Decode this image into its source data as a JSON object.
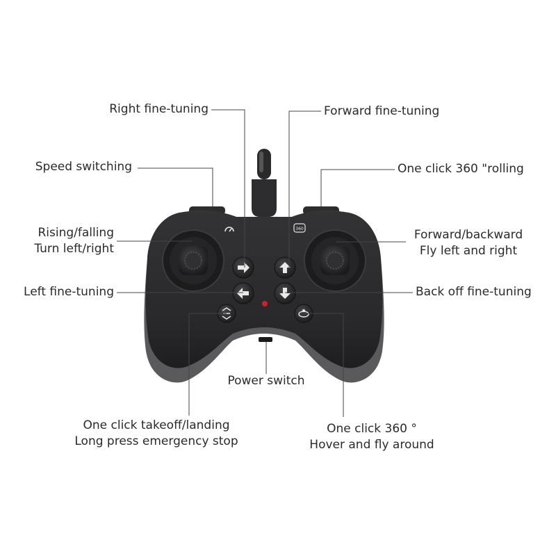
{
  "labels": {
    "right_fine_tuning": "Right fine-tuning",
    "forward_fine_tuning": "Forward fine-tuning",
    "speed_switching": "Speed switching",
    "one_click_360_rolling": "One click 360 \"rolling",
    "rising_falling": "Rising/falling",
    "turn_left_right": "Turn left/right",
    "forward_backward": "Forward/backward",
    "fly_left_right": "Fly left and right",
    "left_fine_tuning": "Left fine-tuning",
    "back_off_fine_tuning": "Back off fine-tuning",
    "power_switch": "Power switch",
    "takeoff_landing": "One click takeoff/landing",
    "emergency_stop": "Long press emergency stop",
    "one_click_360_hover": "One click 360 °",
    "hover_fly_around": "Hover and fly around"
  },
  "colors": {
    "body": "#2b2b2d",
    "body_shadow": "#555557",
    "stick_ring": "#1a1a1a",
    "button": "#e9e9e9",
    "led": "#d0202a",
    "leader_line": "#444444"
  },
  "icons": {
    "arrow_right": "arrow-right-icon",
    "arrow_up": "arrow-up-icon",
    "arrow_left": "arrow-left-icon",
    "arrow_down": "arrow-down-icon",
    "takeoff": "takeoff-icon",
    "hover360": "hover-360-icon",
    "speed": "speed-icon",
    "roll360": "roll-360-icon"
  }
}
